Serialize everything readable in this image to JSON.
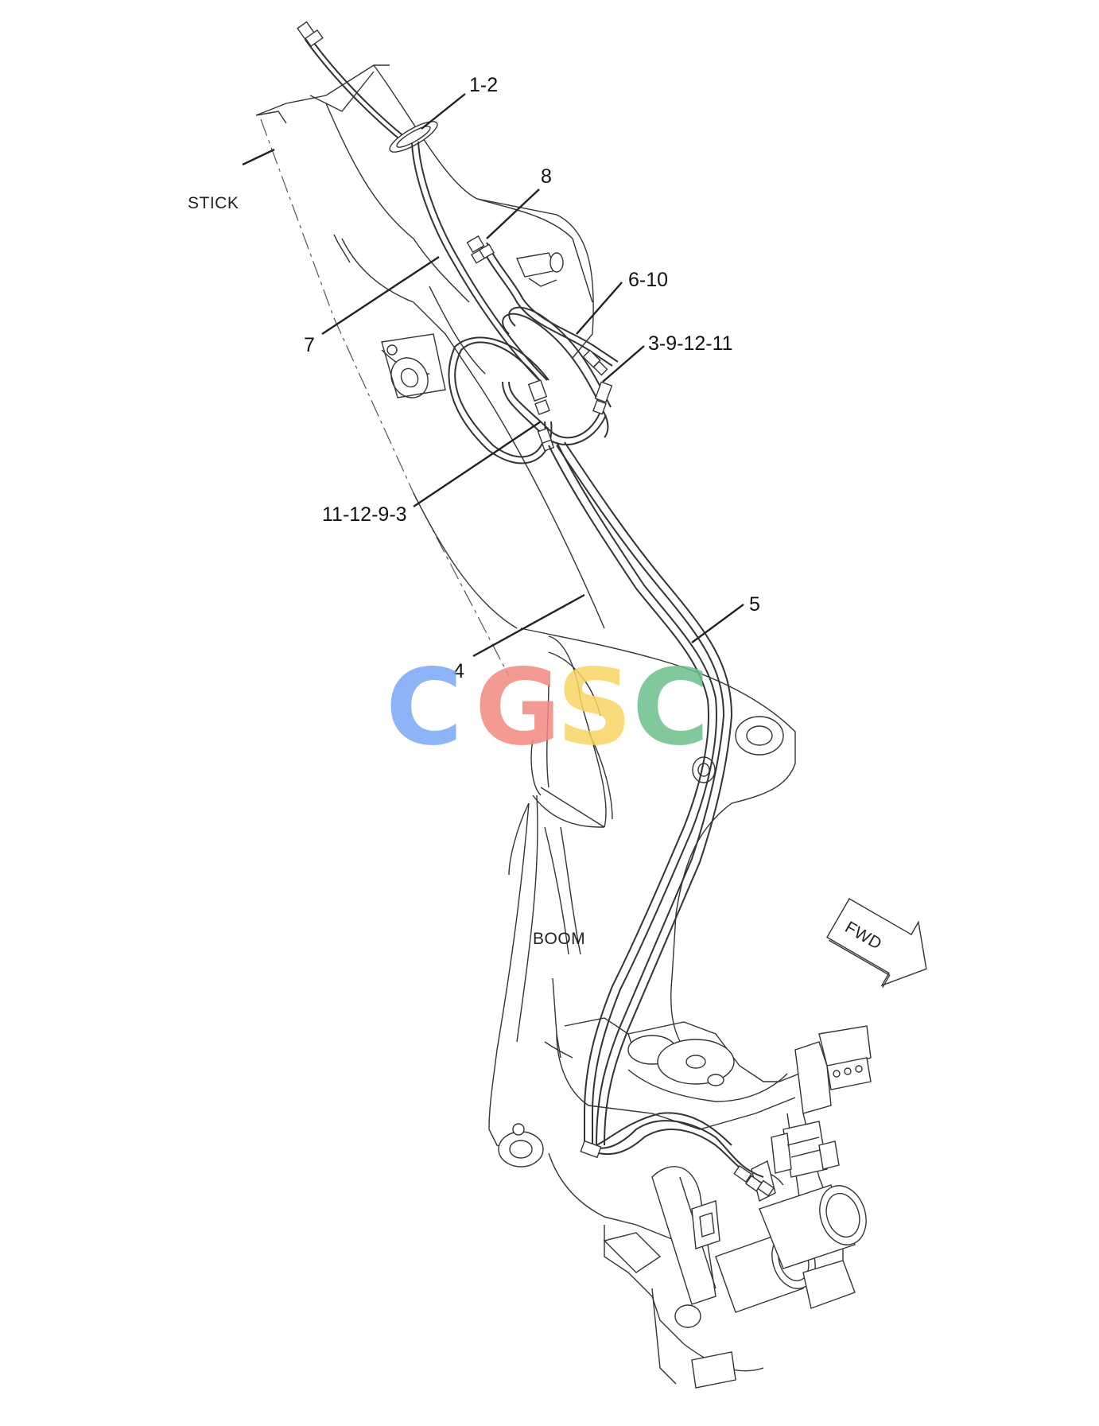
{
  "callouts": {
    "c1": "1-2",
    "c2": "8",
    "c3": "6-10",
    "c4": "3-9-12-11",
    "c5": "7",
    "c6": "11-12-9-3",
    "c7": "5",
    "c8": "4"
  },
  "labels": {
    "stick": "STICK",
    "boom": "BOOM",
    "fwd": "FWD"
  },
  "watermark": {
    "letters": [
      "C",
      "G",
      "S",
      "C"
    ],
    "colors": [
      "#7aa7f5",
      "#f28a80",
      "#f8d564",
      "#6cbf8c"
    ]
  }
}
